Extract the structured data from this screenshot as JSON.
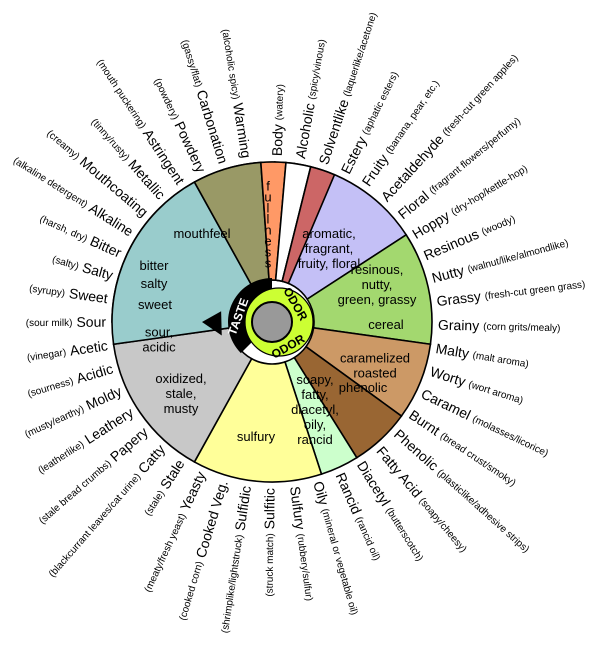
{
  "colors": {
    "mouthfeel": "#f36b6b",
    "fullness": "#ff9900",
    "aromatic": "#c4c0f6",
    "resinous": "#a3d86f",
    "cereal": "#cc9966",
    "caramelized": "#996633",
    "phenolic_odor": "#ccffcc",
    "soapy": "#ffff99",
    "sulfury": "#c8c8c8",
    "oxidized": "#99cccc",
    "sour": "#999966",
    "sweet": "#ff9966",
    "salty": "#ffffff",
    "bitter": "#cc6666",
    "taste_hub": "#000000",
    "odor_hub": "#ccff33",
    "center": "#999999"
  },
  "hub": {
    "taste": "TASTE",
    "odor_top": "ODOR",
    "odor_bottom": "ODOR"
  },
  "segments": [
    {
      "id": "mouthfeel",
      "lines": [
        "mouthfeel"
      ]
    },
    {
      "id": "fullness",
      "lines": [
        "f",
        "u",
        "l",
        "l",
        "n",
        "e",
        "s",
        "s"
      ]
    },
    {
      "id": "aromatic",
      "lines": [
        "aromatic,",
        "fragrant,",
        "fruity, floral"
      ]
    },
    {
      "id": "resinous",
      "lines": [
        "resinous,",
        "nutty,",
        "green, grassy"
      ]
    },
    {
      "id": "cereal",
      "lines": [
        "cereal"
      ]
    },
    {
      "id": "caramelized",
      "lines": [
        "caramelized",
        "roasted"
      ]
    },
    {
      "id": "phenolic_odor",
      "lines": [
        "phenolic"
      ]
    },
    {
      "id": "soapy",
      "lines": [
        "soapy,",
        "fatty,",
        "diacetyl,",
        "oily,",
        "rancid"
      ]
    },
    {
      "id": "sulfury",
      "lines": [
        "sulfury"
      ]
    },
    {
      "id": "oxidized",
      "lines": [
        "oxidized,",
        "stale,",
        "musty"
      ]
    },
    {
      "id": "sour",
      "lines": [
        "sour,",
        "acidic"
      ]
    },
    {
      "id": "sweet",
      "lines": [
        "sweet"
      ]
    },
    {
      "id": "salty",
      "lines": [
        "salty"
      ]
    },
    {
      "id": "bitter",
      "lines": [
        "bitter"
      ]
    }
  ],
  "outer_terms": [
    {
      "term": "Body",
      "desc": "(watery)"
    },
    {
      "term": "Alcoholic",
      "desc": "(spicy/vinous)"
    },
    {
      "term": "Solventlike",
      "desc": "(laquerlike/acetone)"
    },
    {
      "term": "Estery",
      "desc": "(aphatic esters)"
    },
    {
      "term": "Fruity",
      "desc": "(banana, pear, etc.)"
    },
    {
      "term": "Acetaldehyde",
      "desc": "(fresh-cut green apples)"
    },
    {
      "term": "Floral",
      "desc": "(fragrant flowers/perfumy)"
    },
    {
      "term": "Hoppy",
      "desc": "(dry-hop/kettle-hop)"
    },
    {
      "term": "Resinous",
      "desc": "(woody)"
    },
    {
      "term": "Nutty",
      "desc": "(walnut/like/almondlike)"
    },
    {
      "term": "Grassy",
      "desc": "(fresh-cut green grass)"
    },
    {
      "term": "Grainy",
      "desc": "(corn grits/mealy)"
    },
    {
      "term": "Malty",
      "desc": "(malt aroma)"
    },
    {
      "term": "Worty",
      "desc": "(wort aroma)"
    },
    {
      "term": "Caramel",
      "desc": "(molasses/licorice)"
    },
    {
      "term": "Burnt",
      "desc": "(bread crust/smoky)"
    },
    {
      "term": "Phenolic",
      "desc": "(plasticlike/adhesive strips)"
    },
    {
      "term": "Fatty Acid",
      "desc": "(soapy/cheesy)"
    },
    {
      "term": "Diacetyl",
      "desc": "(butterscotch)"
    },
    {
      "term": "Rancid",
      "desc": "(rancid oil)"
    },
    {
      "term": "Oily",
      "desc": "(mineral or vegetable oil)"
    },
    {
      "term": "Sulfury",
      "desc": "(rubbery/sulfur)"
    },
    {
      "term": "Sulfitic",
      "desc": "(struck match)"
    },
    {
      "term": "Sulfidic",
      "desc": "(shrimplike/lightstruck)"
    },
    {
      "term": "Cooked Veg.",
      "desc": "(cooked corn)"
    },
    {
      "term": "Yeasty",
      "desc": "(meaty/fresh yeast)"
    },
    {
      "term": "Stale",
      "desc": "(stale)"
    },
    {
      "term": "Catty",
      "desc": "(blackcurrant leaves/cat urine)"
    },
    {
      "term": "Papery",
      "desc": "(stale bread crumbs)"
    },
    {
      "term": "Leathery",
      "desc": "(leatherlike)"
    },
    {
      "term": "Moldy",
      "desc": "(musty/earthy)"
    },
    {
      "term": "Acidic",
      "desc": "(sourness)"
    },
    {
      "term": "Acetic",
      "desc": "(vinegar)"
    },
    {
      "term": "Sour",
      "desc": "(sour milk)"
    },
    {
      "term": "Sweet",
      "desc": "(syrupy)"
    },
    {
      "term": "Salty",
      "desc": "(salty)"
    },
    {
      "term": "Bitter",
      "desc": "(harsh, dry)"
    },
    {
      "term": "Alkaline",
      "desc": "(alkaline detergent)"
    },
    {
      "term": "Mouthcoating",
      "desc": "(creamy)"
    },
    {
      "term": "Metallic",
      "desc": "(tinny/rusty)"
    },
    {
      "term": "Astringent",
      "desc": "(mouth puckering)"
    },
    {
      "term": "Powdery",
      "desc": "(powdery)"
    },
    {
      "term": "Carbonation",
      "desc": "(gassy/flat)"
    },
    {
      "term": "Warming",
      "desc": "(alcoholic spicy)"
    }
  ]
}
